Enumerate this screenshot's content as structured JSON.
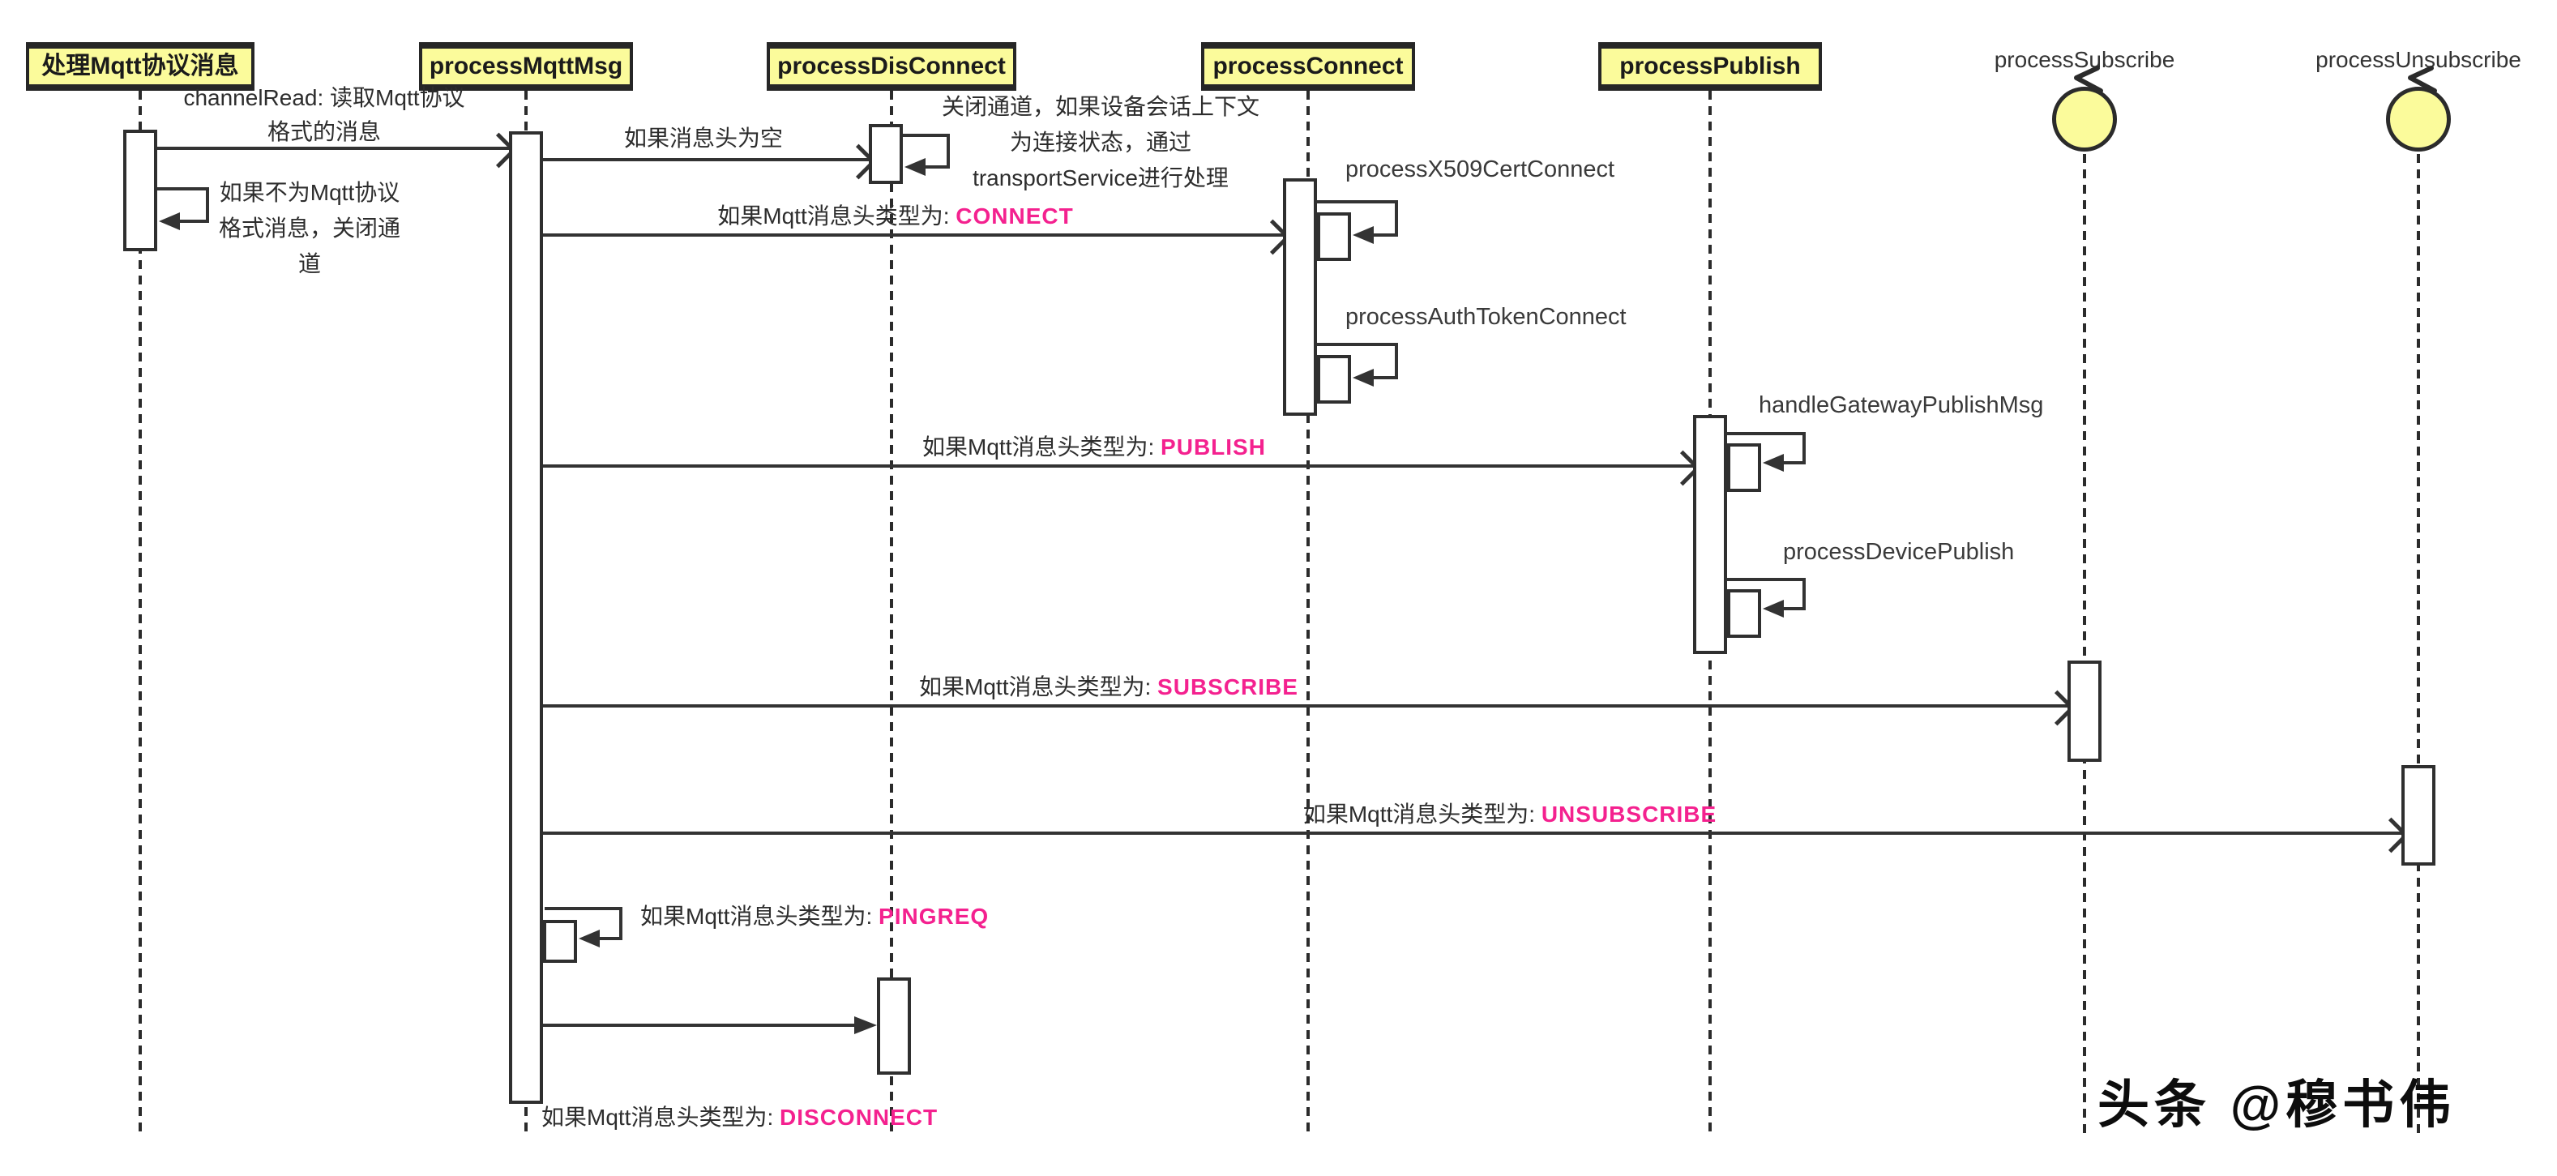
{
  "watermark": "头条 @穆书伟",
  "colors": {
    "accent": "#f4218f",
    "actor_fill": "#fbfb9b",
    "stroke": "#2f2f2f"
  },
  "lifelines": [
    {
      "label": "处理Mqtt协议消息",
      "kind": "box"
    },
    {
      "label": "processMqttMsg",
      "kind": "box"
    },
    {
      "label": "processDisConnect",
      "kind": "box"
    },
    {
      "label": "processConnect",
      "kind": "box"
    },
    {
      "label": "processPublish",
      "kind": "box"
    },
    {
      "label": "processSubscribe",
      "kind": "control"
    },
    {
      "label": "processUnsubscribe",
      "kind": "control"
    }
  ],
  "messages": {
    "channel_read": "channelRead: 读取Mqtt协议格式的消息",
    "not_mqtt": "如果不为Mqtt协议格式消息，关闭通道",
    "empty_header": "如果消息头为空",
    "close_channel_note": "关闭通道，如果设备会话上下文为连接状态，通过transportService进行处理",
    "type_prefix": "如果Mqtt消息头类型为: ",
    "kw_connect": "CONNECT",
    "kw_publish": "PUBLISH",
    "kw_subscribe": "SUBSCRIBE",
    "kw_unsubscribe": "UNSUBSCRIBE",
    "kw_pingreq": "PINGREQ",
    "kw_disconnect": "DISCONNECT",
    "x509": "processX509CertConnect",
    "auth_token": "processAuthTokenConnect",
    "gateway_publish": "handleGatewayPublishMsg",
    "device_publish": "processDevicePublish"
  }
}
